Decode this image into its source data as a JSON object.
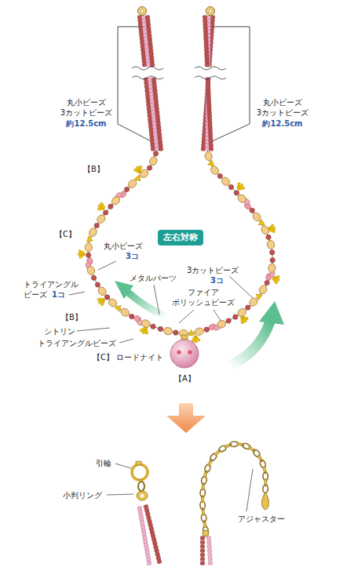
{
  "diagram": {
    "nodes": [
      {
        "text": [
          "左右対称"
        ]
      }
    ],
    "edges": [],
    "labels": [
      "丸小ビーズ 3カットビーズ",
      "約12.5cm",
      "丸小ビーズ 3カットビーズ",
      "約12.5cm",
      "【B】",
      "【C】",
      "丸小ビーズ",
      "3コ",
      "トライアングル ビーズ",
      "1コ",
      "メタルパーツ",
      "3カットビーズ",
      "3コ",
      "ファイア ポリッシュビーズ",
      "【B】",
      "シトリン",
      "トライアングルビーズ",
      "【C】",
      "ロードナイト",
      "【A】",
      "引輪",
      "小判リング",
      "アジャスター"
    ]
  }
}
